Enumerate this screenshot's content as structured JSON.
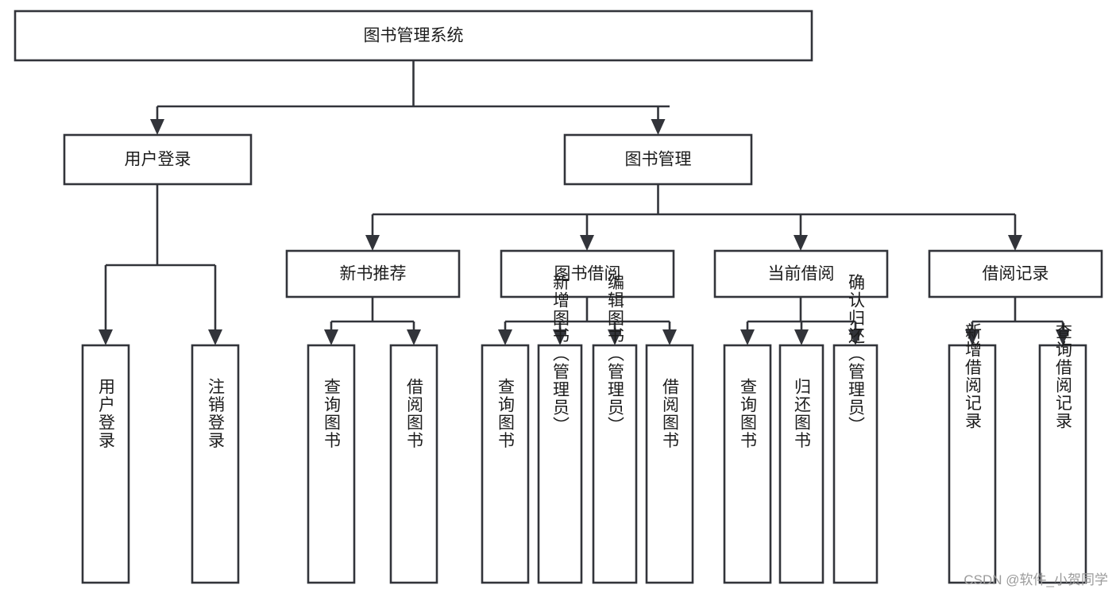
{
  "diagram": {
    "type": "tree-hierarchy-chart",
    "title": "图书管理系统",
    "line_color": "#32343a",
    "box_fill": "#ffffff",
    "text_color": "#1c1c1c",
    "root": {
      "id": "root",
      "label": "图书管理系统",
      "orientation": "horizontal"
    },
    "level2": [
      {
        "id": "user-login",
        "label": "用户登录",
        "orientation": "horizontal"
      },
      {
        "id": "book-manage",
        "label": "图书管理",
        "orientation": "horizontal"
      }
    ],
    "level3": [
      {
        "id": "new-book-recommend",
        "label": "新书推荐",
        "orientation": "horizontal",
        "parent": "book-manage"
      },
      {
        "id": "book-borrow",
        "label": "图书借阅",
        "orientation": "horizontal",
        "parent": "book-manage"
      },
      {
        "id": "current-borrow",
        "label": "当前借阅",
        "orientation": "horizontal",
        "parent": "book-manage"
      },
      {
        "id": "borrow-record",
        "label": "借阅记录",
        "orientation": "horizontal",
        "parent": "book-manage"
      }
    ],
    "leaves": [
      {
        "id": "leaf-user-login",
        "label": "用户登录",
        "orientation": "vertical",
        "parent": "user-login"
      },
      {
        "id": "leaf-logout",
        "label": "注销登录",
        "orientation": "vertical",
        "parent": "user-login"
      },
      {
        "id": "leaf-query-book-1",
        "label": "查询图书",
        "orientation": "vertical",
        "parent": "new-book-recommend"
      },
      {
        "id": "leaf-borrow-book-1",
        "label": "借阅图书",
        "orientation": "vertical",
        "parent": "new-book-recommend"
      },
      {
        "id": "leaf-query-book-2",
        "label": "查询图书",
        "orientation": "vertical",
        "parent": "book-borrow"
      },
      {
        "id": "leaf-add-book",
        "label": "新增图书（管理员）",
        "orientation": "vertical",
        "parent": "book-borrow"
      },
      {
        "id": "leaf-edit-book",
        "label": "编辑图书（管理员）",
        "orientation": "vertical",
        "parent": "book-borrow"
      },
      {
        "id": "leaf-borrow-book-2",
        "label": "借阅图书",
        "orientation": "vertical",
        "parent": "book-borrow"
      },
      {
        "id": "leaf-query-book-3",
        "label": "查询图书",
        "orientation": "vertical",
        "parent": "current-borrow"
      },
      {
        "id": "leaf-return-book",
        "label": "归还图书",
        "orientation": "vertical",
        "parent": "current-borrow"
      },
      {
        "id": "leaf-confirm-return",
        "label": "确认归还（管理员）",
        "orientation": "vertical",
        "parent": "current-borrow"
      },
      {
        "id": "leaf-add-record",
        "label": "新增借阅记录",
        "orientation": "vertical",
        "parent": "borrow-record"
      },
      {
        "id": "leaf-query-record",
        "label": "查询借阅记录",
        "orientation": "vertical",
        "parent": "borrow-record"
      }
    ]
  },
  "watermark": {
    "text": "CSDN @软件_小贺同学"
  }
}
